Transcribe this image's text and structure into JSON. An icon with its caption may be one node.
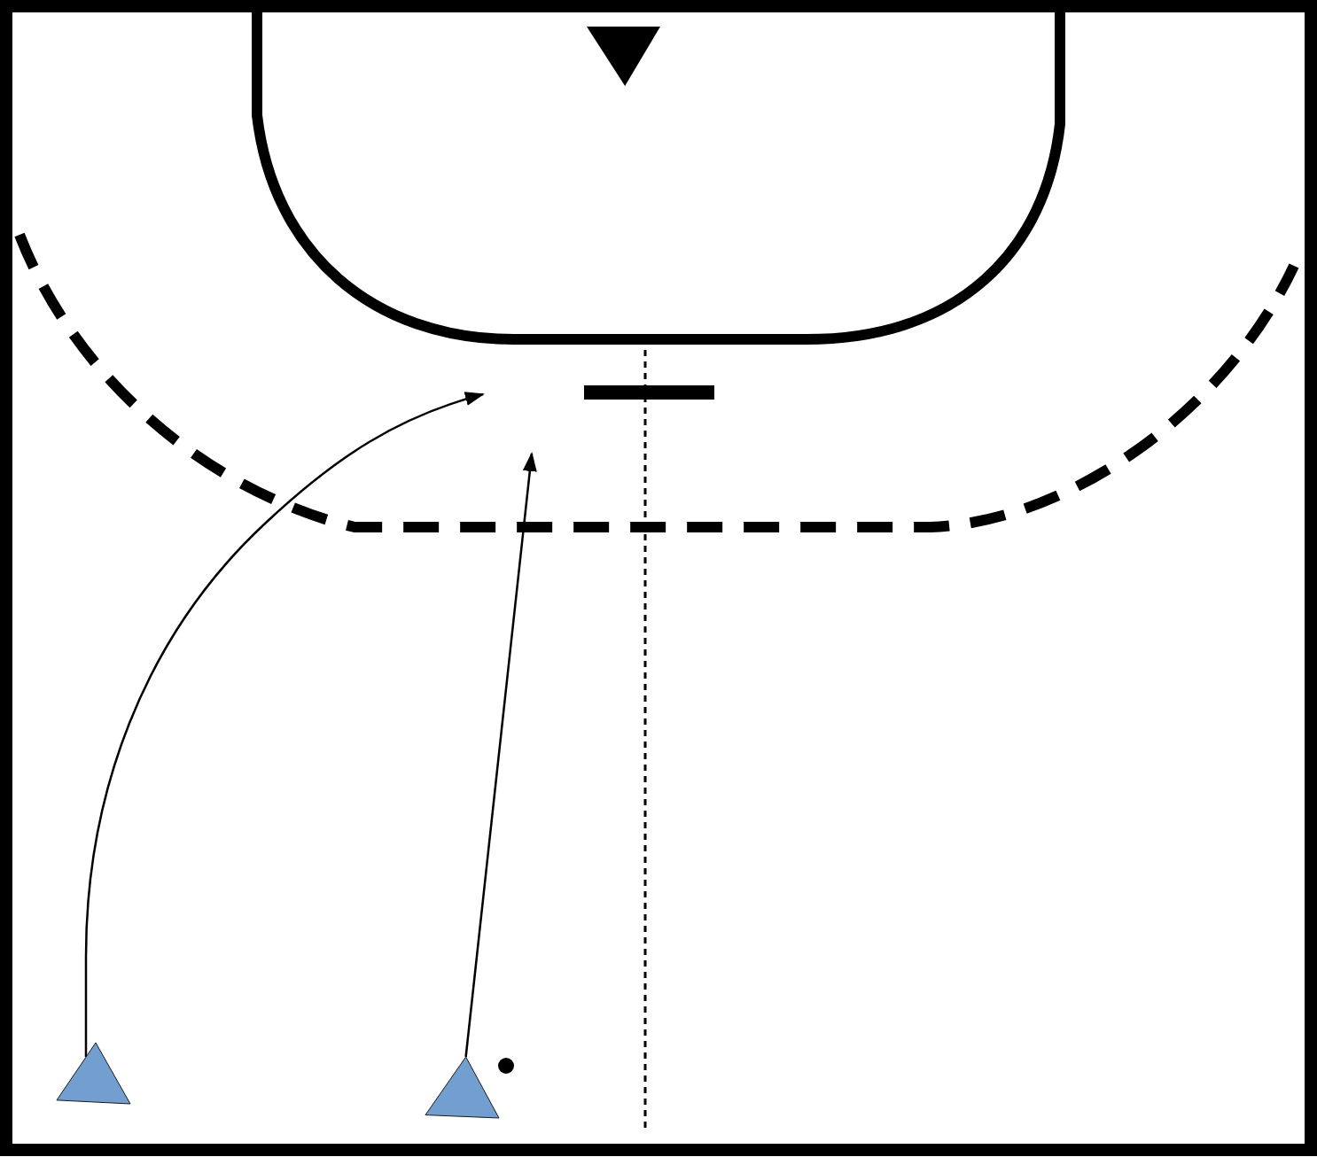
{
  "diagram": {
    "nodes": [
      {
        "text": [],
        "shape": "triangle"
      },
      {
        "text": [],
        "shape": "bar"
      },
      {
        "text": [],
        "shape": "triangle"
      },
      {
        "text": [],
        "shape": "triangle"
      },
      {
        "text": [],
        "shape": "circle"
      }
    ],
    "edges": [
      {
        "from": 2,
        "to": null,
        "arrow": "to"
      },
      {
        "from": 3,
        "to": null,
        "arrow": "to"
      }
    ]
  }
}
